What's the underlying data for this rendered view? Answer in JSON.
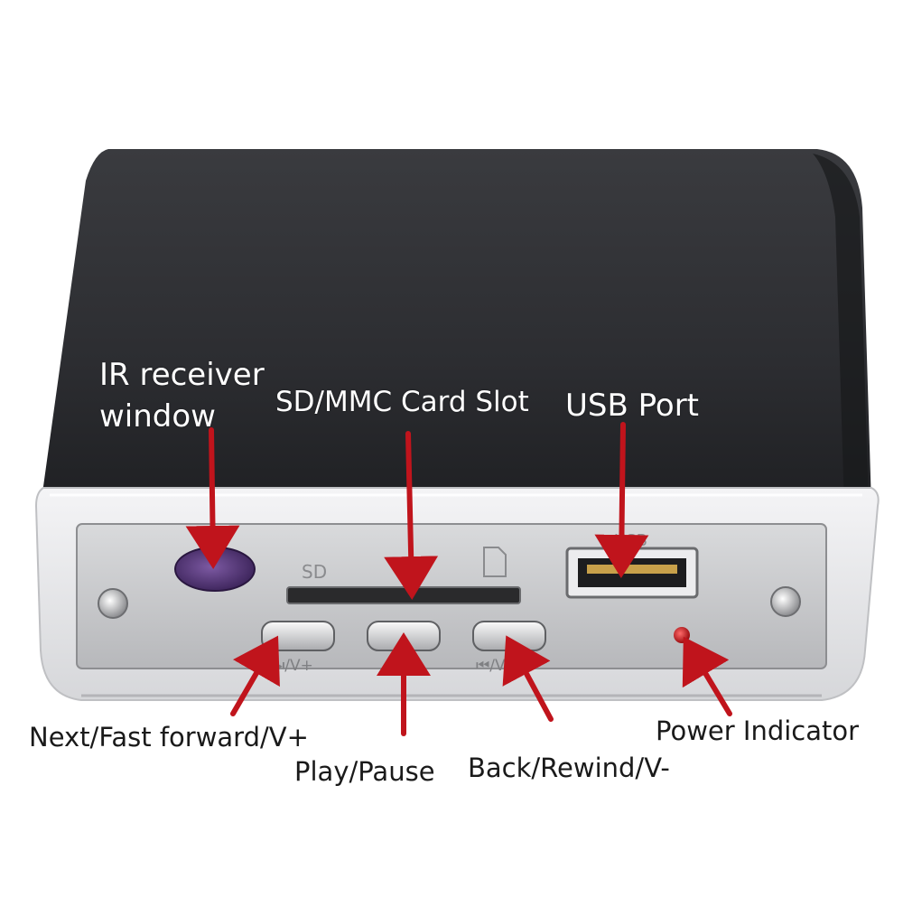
{
  "labels": {
    "ir_receiver_line1": "IR receiver",
    "ir_receiver_line2": "window",
    "sd_card_slot": "SD/MMC Card Slot",
    "usb_port": "USB Port",
    "next": "Next/Fast forward/V+",
    "play_pause": "Play/Pause",
    "back": "Back/Rewind/V-",
    "power_indicator": "Power Indicator"
  },
  "panel_markings": {
    "sd": "SD",
    "usb": "USB",
    "next_button": "⏭/V+",
    "play_button": "⏯",
    "back_button": "⏮/V-"
  },
  "colors": {
    "arrow": "#c0141c",
    "device_body": "#2b2c2f",
    "faceplate": "#c9cacc",
    "ir_window": "#5a3a7a",
    "power_led": "#d0141a"
  }
}
